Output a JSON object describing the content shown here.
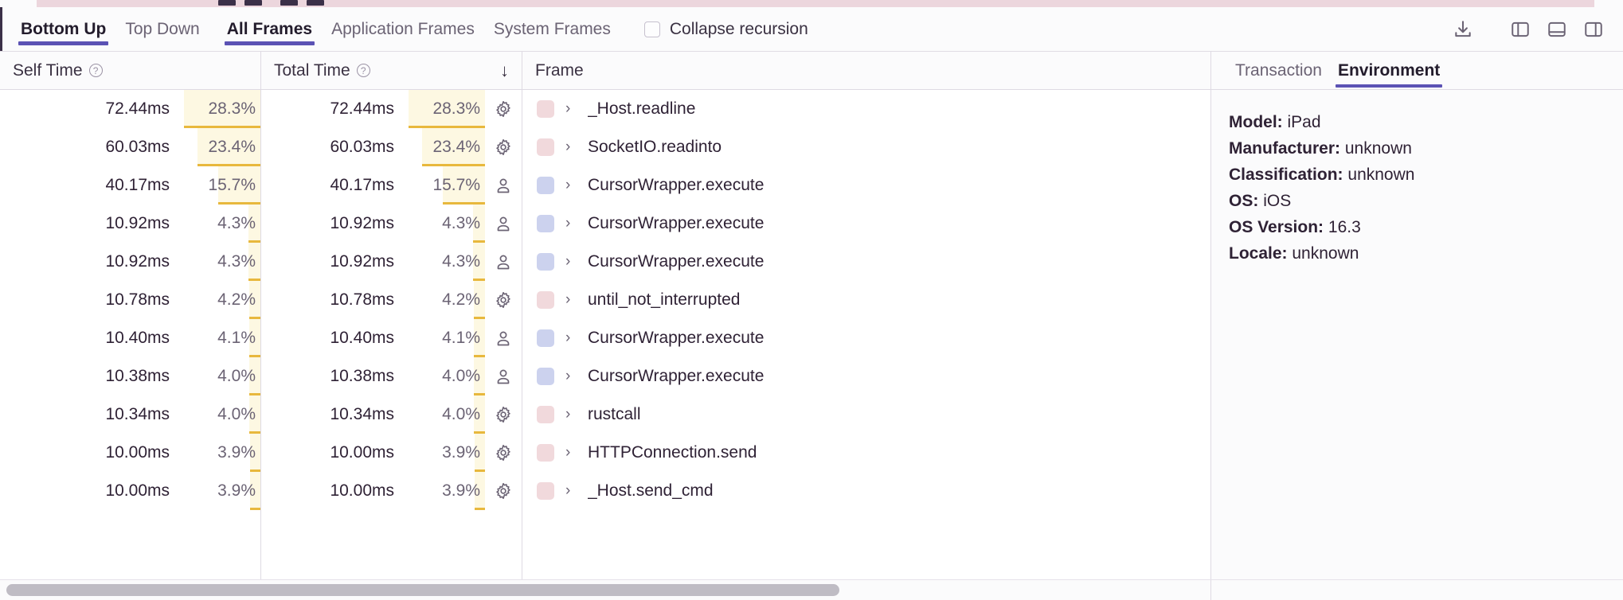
{
  "toolbar": {
    "tabs": [
      {
        "label": "Bottom Up",
        "active": true
      },
      {
        "label": "Top Down",
        "active": false
      },
      {
        "label": "All Frames",
        "active": true
      },
      {
        "label": "Application Frames",
        "active": false
      },
      {
        "label": "System Frames",
        "active": false
      }
    ],
    "collapse_recursion_label": "Collapse recursion",
    "collapse_recursion_checked": false,
    "icons": [
      {
        "name": "download-icon"
      },
      {
        "name": "panel-left-icon"
      },
      {
        "name": "panel-bottom-icon"
      },
      {
        "name": "panel-right-icon"
      }
    ]
  },
  "table": {
    "columns": {
      "self_time": "Self Time",
      "total_time": "Total Time",
      "frame": "Frame",
      "sort_indicator": "↓",
      "help_glyph": "?"
    },
    "rows": [
      {
        "self_ms": "72.44ms",
        "self_pct": "28.3%",
        "self_pct_value": 28.3,
        "total_ms": "72.44ms",
        "total_pct": "28.3%",
        "total_pct_value": 28.3,
        "kind": "system",
        "swatch": "#f1d9dc",
        "frame": "_Host.readline"
      },
      {
        "self_ms": "60.03ms",
        "self_pct": "23.4%",
        "self_pct_value": 23.4,
        "total_ms": "60.03ms",
        "total_pct": "23.4%",
        "total_pct_value": 23.4,
        "kind": "system",
        "swatch": "#f1d9dc",
        "frame": "SocketIO.readinto"
      },
      {
        "self_ms": "40.17ms",
        "self_pct": "15.7%",
        "self_pct_value": 15.7,
        "total_ms": "40.17ms",
        "total_pct": "15.7%",
        "total_pct_value": 15.7,
        "kind": "application",
        "swatch": "#ccd2ee",
        "frame": "CursorWrapper.execute"
      },
      {
        "self_ms": "10.92ms",
        "self_pct": "4.3%",
        "self_pct_value": 4.3,
        "total_ms": "10.92ms",
        "total_pct": "4.3%",
        "total_pct_value": 4.3,
        "kind": "application",
        "swatch": "#ccd2ee",
        "frame": "CursorWrapper.execute"
      },
      {
        "self_ms": "10.92ms",
        "self_pct": "4.3%",
        "self_pct_value": 4.3,
        "total_ms": "10.92ms",
        "total_pct": "4.3%",
        "total_pct_value": 4.3,
        "kind": "application",
        "swatch": "#ccd2ee",
        "frame": "CursorWrapper.execute"
      },
      {
        "self_ms": "10.78ms",
        "self_pct": "4.2%",
        "self_pct_value": 4.2,
        "total_ms": "10.78ms",
        "total_pct": "4.2%",
        "total_pct_value": 4.2,
        "kind": "system",
        "swatch": "#f1d9dc",
        "frame": "until_not_interrupted"
      },
      {
        "self_ms": "10.40ms",
        "self_pct": "4.1%",
        "self_pct_value": 4.1,
        "total_ms": "10.40ms",
        "total_pct": "4.1%",
        "total_pct_value": 4.1,
        "kind": "application",
        "swatch": "#ccd2ee",
        "frame": "CursorWrapper.execute"
      },
      {
        "self_ms": "10.38ms",
        "self_pct": "4.0%",
        "self_pct_value": 4.0,
        "total_ms": "10.38ms",
        "total_pct": "4.0%",
        "total_pct_value": 4.0,
        "kind": "application",
        "swatch": "#ccd2ee",
        "frame": "CursorWrapper.execute"
      },
      {
        "self_ms": "10.34ms",
        "self_pct": "4.0%",
        "self_pct_value": 4.0,
        "total_ms": "10.34ms",
        "total_pct": "4.0%",
        "total_pct_value": 4.0,
        "kind": "system",
        "swatch": "#f1d9dc",
        "frame": "rustcall"
      },
      {
        "self_ms": "10.00ms",
        "self_pct": "3.9%",
        "self_pct_value": 3.9,
        "total_ms": "10.00ms",
        "total_pct": "3.9%",
        "total_pct_value": 3.9,
        "kind": "system",
        "swatch": "#f1d9dc",
        "frame": "HTTPConnection.send"
      },
      {
        "self_ms": "10.00ms",
        "self_pct": "3.9%",
        "self_pct_value": 3.9,
        "total_ms": "10.00ms",
        "total_pct": "3.9%",
        "total_pct_value": 3.9,
        "kind": "system",
        "swatch": "#f1d9dc",
        "frame": "_Host.send_cmd"
      }
    ]
  },
  "detail": {
    "tabs": [
      {
        "label": "Transaction",
        "active": false
      },
      {
        "label": "Environment",
        "active": true
      }
    ],
    "environment": [
      {
        "key": "Model:",
        "value": "iPad"
      },
      {
        "key": "Manufacturer:",
        "value": "unknown"
      },
      {
        "key": "Classification:",
        "value": "unknown"
      },
      {
        "key": "OS:",
        "value": "iOS"
      },
      {
        "key": "OS Version:",
        "value": "16.3"
      },
      {
        "key": "Locale:",
        "value": "unknown"
      }
    ]
  },
  "colors": {
    "accent": "#5b52b4",
    "bar_fill": "#fdf8e2",
    "bar_line": "#e8b83d",
    "swatch_system": "#f1d9dc",
    "swatch_application": "#ccd2ee",
    "flamegraph_strip": "#ecd6dd"
  }
}
